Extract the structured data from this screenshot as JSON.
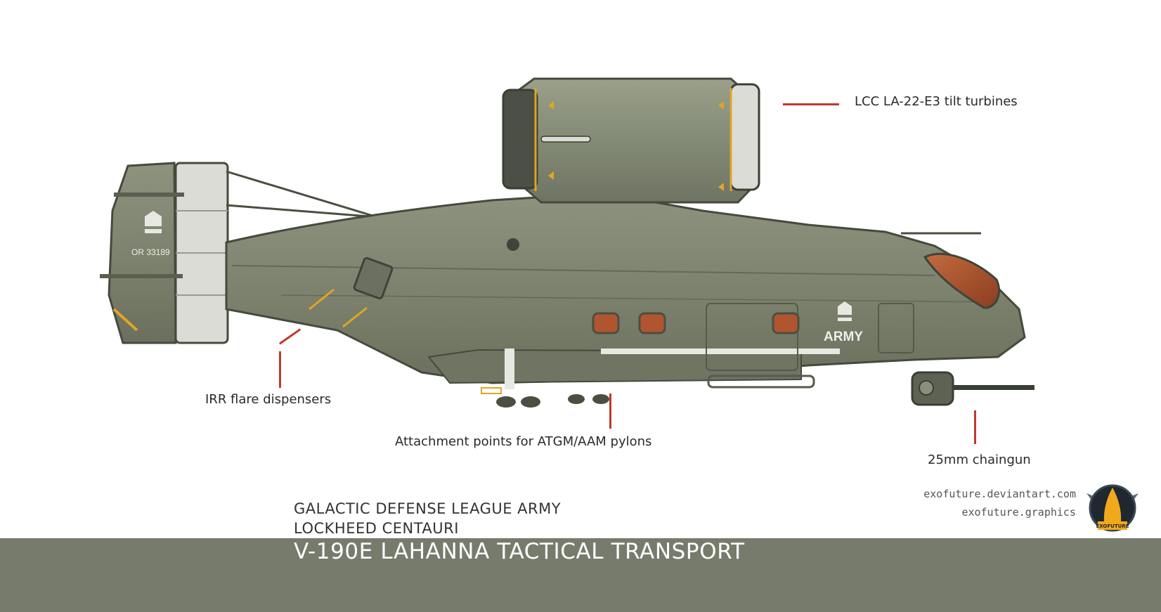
{
  "callouts": {
    "turbines": "LCC LA-22-E3 tilt turbines",
    "flares": "IRR flare dispensers",
    "attachment": "Attachment points for ATGM/AAM pylons",
    "chaingun": "25mm chaingun"
  },
  "markings": {
    "serial": "OR 33189",
    "army": "ARMY"
  },
  "header": {
    "faction": "GALACTIC DEFENSE LEAGUE ARMY",
    "manufacturer": "LOCKHEED CENTAURI",
    "title": "V-190E LAHANNA TACTICAL TRANSPORT"
  },
  "credits": {
    "deviantart": "exofuture.deviantart.com",
    "site": "exofuture.graphics",
    "logo_text": "EXOFUTURE"
  },
  "colors": {
    "hull": "#7d836f",
    "leader": "#c0392b",
    "bar": "#767b6c",
    "window": "#b0552f",
    "accent": "#e0a526"
  }
}
